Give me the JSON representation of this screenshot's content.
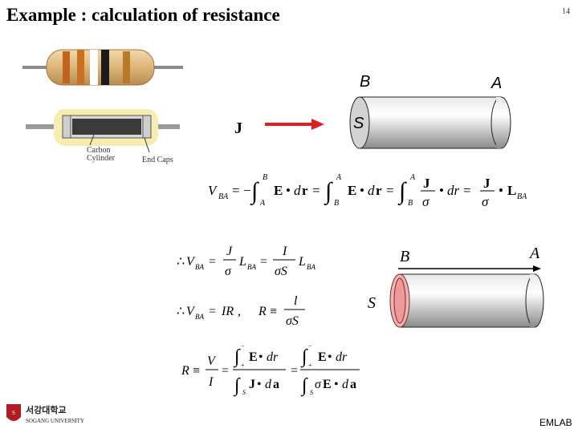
{
  "slide": {
    "title": "Example : calculation of resistance",
    "page_number": "14",
    "footer": "EMLAB"
  },
  "figure_resistor": {
    "label_carbon": [
      "Carbon",
      "Cylinder"
    ],
    "label_endcaps": "End Caps"
  },
  "cylinder_top": {
    "label_B": "B",
    "label_A": "A",
    "label_S": "S",
    "current_density": "J"
  },
  "cylinder_bottom": {
    "label_B": "B",
    "label_A": "A",
    "label_S": "S"
  },
  "logo": {
    "korean_name": "서강대학교",
    "english_name": "SOGANG UNIVERSITY"
  }
}
